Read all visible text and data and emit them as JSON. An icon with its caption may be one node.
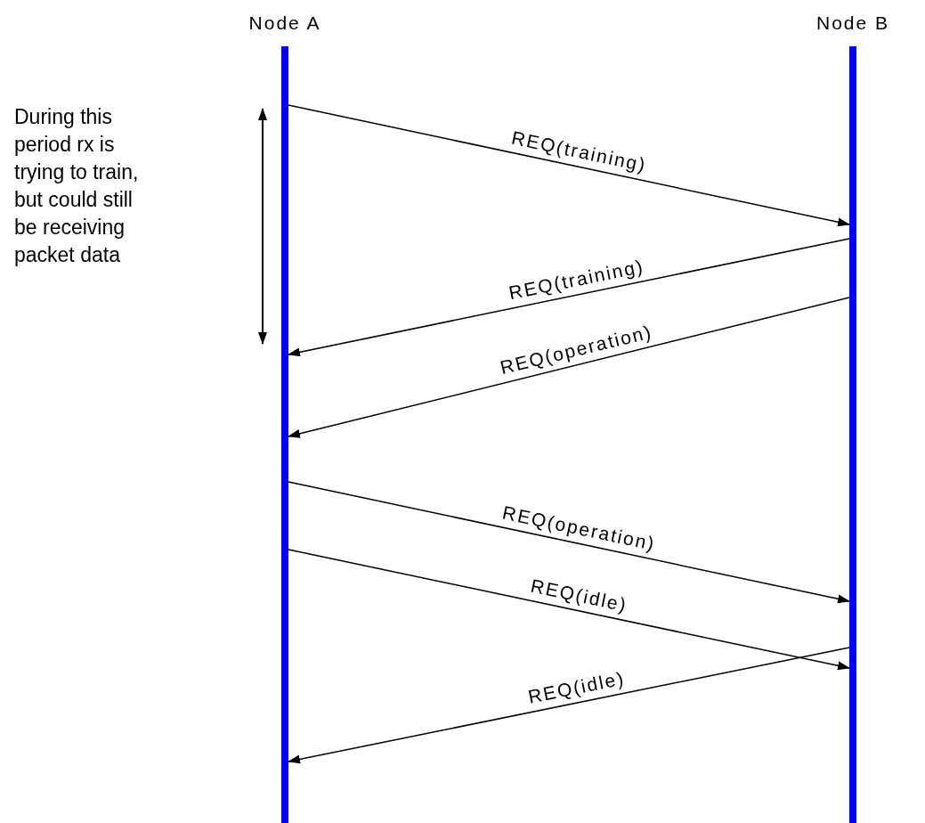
{
  "diagram": {
    "nodes": [
      {
        "text": [
          "Node A"
        ]
      },
      {
        "text": [
          "Node B"
        ]
      }
    ],
    "edges": [
      {
        "from": 0,
        "to": 1,
        "arrow": "to",
        "label": "REQ(training)"
      },
      {
        "from": 1,
        "to": 0,
        "arrow": "to",
        "label": "REQ(training)"
      },
      {
        "from": 1,
        "to": 0,
        "arrow": "to",
        "label": "REQ(operation)"
      },
      {
        "from": 0,
        "to": 1,
        "arrow": "to",
        "label": "REQ(operation)"
      },
      {
        "from": 0,
        "to": 1,
        "arrow": "to",
        "label": "REQ(idle)"
      },
      {
        "from": 1,
        "to": 0,
        "arrow": "to",
        "label": "REQ(idle)"
      }
    ],
    "labels": [
      "During this period rx is trying to train, but could still be receiving packet data"
    ]
  }
}
